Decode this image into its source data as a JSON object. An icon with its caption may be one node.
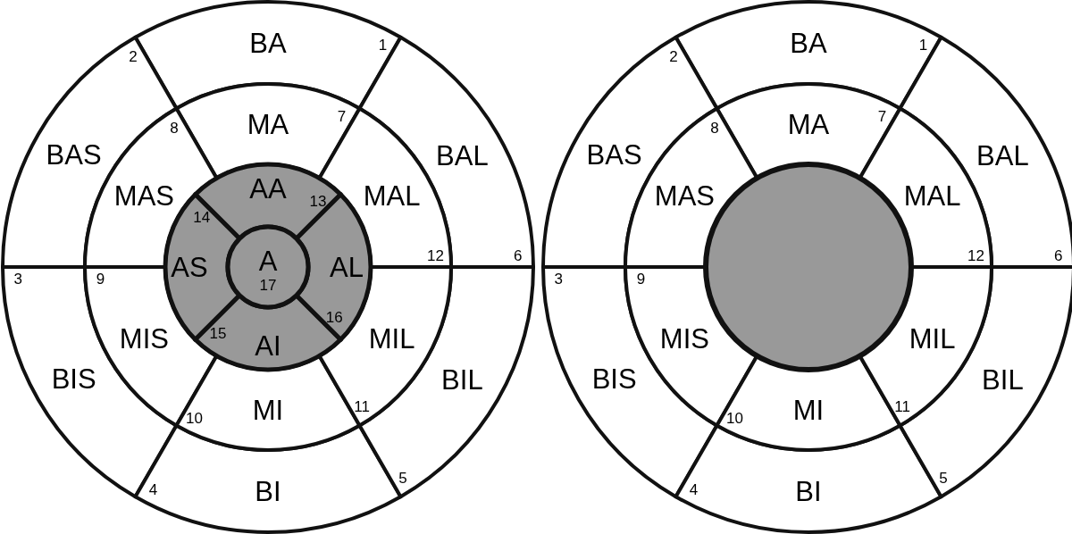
{
  "diagram": {
    "nodes": [
      {
        "text": [
          "BA",
          "1"
        ]
      },
      {
        "text": [
          "BAS",
          "2"
        ]
      },
      {
        "text": [
          "BIS",
          "3"
        ]
      },
      {
        "text": [
          "4",
          "BI"
        ]
      },
      {
        "text": [
          "BIL",
          "5"
        ]
      },
      {
        "text": [
          "BAL",
          "6"
        ]
      },
      {
        "text": [
          "MA",
          "7"
        ]
      },
      {
        "text": [
          "8",
          "MAS"
        ]
      },
      {
        "text": [
          "MIS",
          "9"
        ]
      },
      {
        "text": [
          "10",
          "MI"
        ]
      },
      {
        "text": [
          "MIL",
          "11"
        ]
      },
      {
        "text": [
          "MAL",
          "12"
        ]
      },
      {
        "text": [
          "AA",
          "13"
        ]
      },
      {
        "text": [
          "14",
          "AS"
        ]
      },
      {
        "text": [
          "AI",
          "15"
        ]
      },
      {
        "text": [
          "AL",
          "16"
        ]
      },
      {
        "text": [
          "A",
          "17"
        ]
      },
      {
        "text": [
          "BA",
          "1"
        ]
      },
      {
        "text": [
          "BAS",
          "2"
        ]
      },
      {
        "text": [
          "BIS",
          "3"
        ]
      },
      {
        "text": [
          "4",
          "BI"
        ]
      },
      {
        "text": [
          "BIL",
          "5"
        ]
      },
      {
        "text": [
          "BAL",
          "6"
        ]
      },
      {
        "text": [
          "MA",
          "7"
        ]
      },
      {
        "text": [
          "8",
          "MAS"
        ]
      },
      {
        "text": [
          "MIS",
          "9"
        ]
      },
      {
        "text": [
          "10",
          "MI"
        ]
      },
      {
        "text": [
          "MIL",
          "11"
        ]
      },
      {
        "text": [
          "MAL",
          "12"
        ]
      },
      {
        "text": [],
        "shape": "circle"
      }
    ]
  }
}
